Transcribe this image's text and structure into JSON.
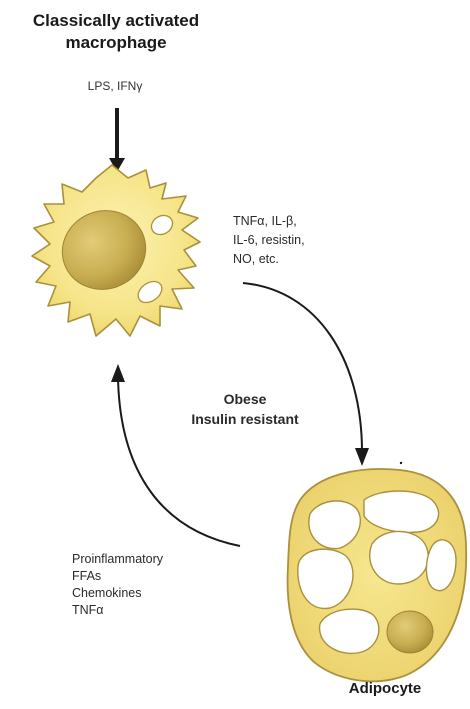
{
  "macrophage": {
    "title_line1": "Classically activated",
    "title_line2": "macrophage",
    "stimulus": "LPS, IFNγ",
    "secreted": [
      "TNFα, IL-β,",
      "IL-6, resistin,",
      "NO, etc."
    ]
  },
  "state": {
    "line1": "Obese",
    "line2": "Insulin resistant"
  },
  "adipocyte": {
    "label": "Adipocyte",
    "secreted": [
      "Proinflammatory",
      "FFAs",
      "Chemokines",
      "TNFα"
    ]
  },
  "colors": {
    "cell_fill": "#f7e98c",
    "cell_edge": "#b0953b",
    "nucleus": "#cbb256",
    "arrow": "#1a1a1a"
  }
}
